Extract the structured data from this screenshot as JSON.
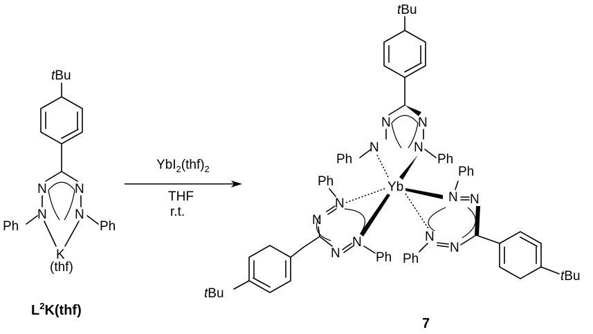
{
  "reactant": {
    "substituent": "tBu",
    "nitrogen": "N",
    "phenyl": "Ph",
    "metal": "K",
    "ligand": "(thf)",
    "caption": {
      "prefix": "L",
      "superscript": "2",
      "suffix": "K(thf)"
    }
  },
  "conditions": {
    "reagent": {
      "prefix": "YbI",
      "subscript": "2",
      "suffix": "(thf)",
      "trailing_subscript": "2"
    },
    "solvent": "THF",
    "temperature": "r.t."
  },
  "product": {
    "metal": "Yb",
    "substituent": "tBu",
    "nitrogen": "N",
    "phenyl": "Ph",
    "compound_number": "7"
  }
}
